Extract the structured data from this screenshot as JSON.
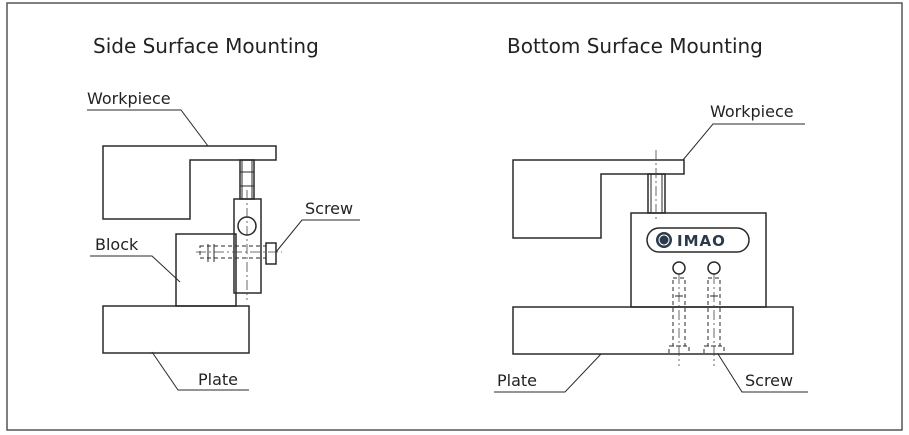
{
  "colors": {
    "gray": "#d4d4d4",
    "blue": "#c9e6f6",
    "line": "#2a2a2a"
  },
  "left": {
    "title": "Side Surface Mounting",
    "workpiece_label": "Workpiece",
    "screw_label": "Screw",
    "block_label": "Block",
    "plate_label": "Plate"
  },
  "right": {
    "title": "Bottom Surface Mounting",
    "workpiece_label": "Workpiece",
    "plate_label": "Plate",
    "screw_label": "Screw",
    "logo_text": "IMAO",
    "logo_icon": "imao-globe-logo"
  }
}
